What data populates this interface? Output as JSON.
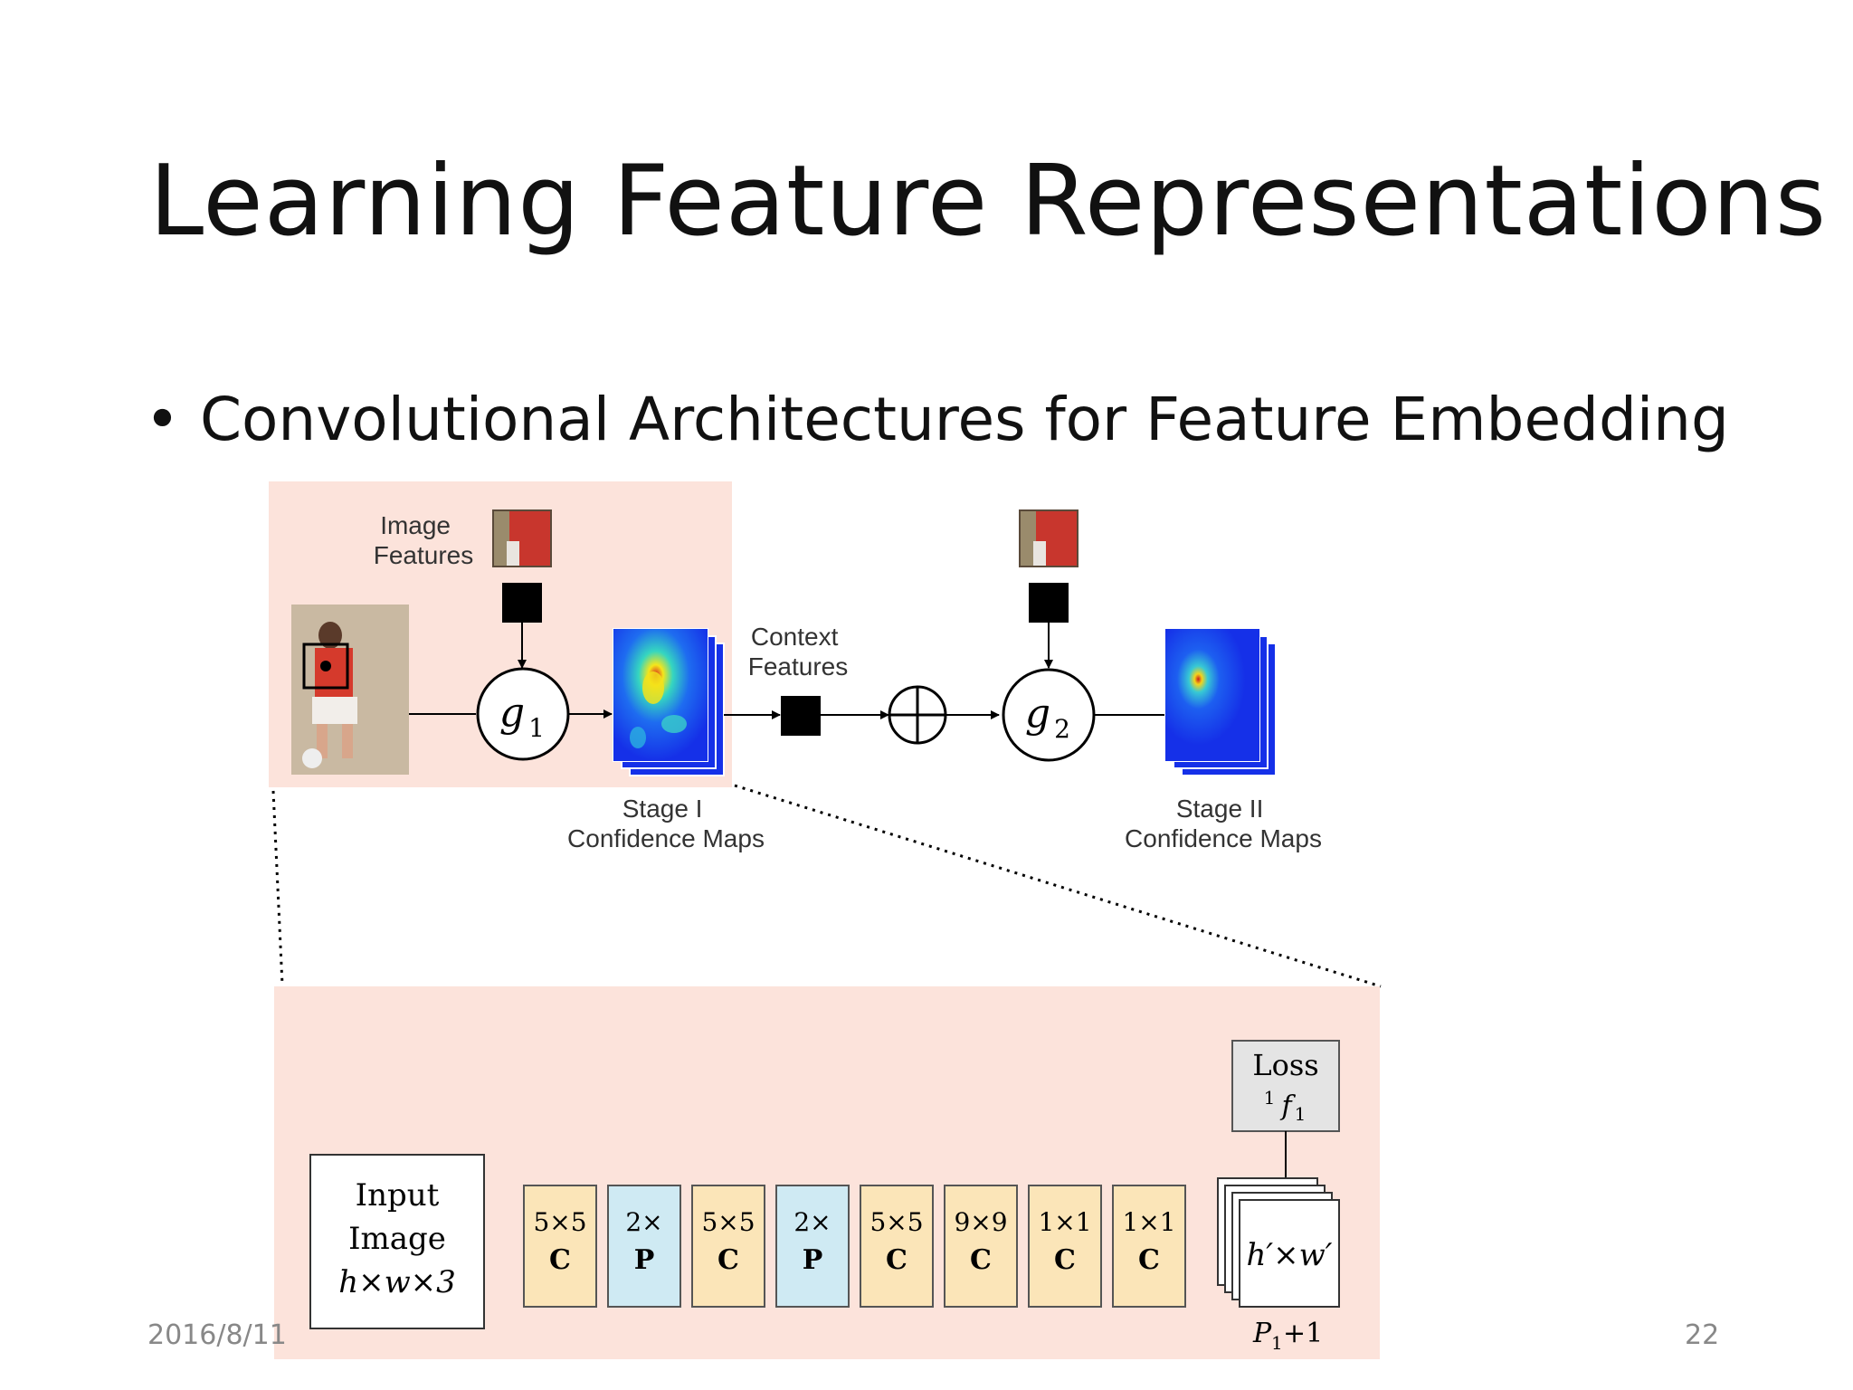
{
  "slide": {
    "title": "Learning Feature Representations",
    "bullet": "Convolutional Architectures for Feature Embedding",
    "date": "2016/8/11",
    "page_number": "22"
  },
  "diagram": {
    "image_features_label_line1": "Image",
    "image_features_label_line2": "Features",
    "context_features_label_line1": "Context",
    "context_features_label_line2": "Features",
    "stage1_node": "g",
    "stage1_node_sub": "1",
    "stage2_node": "g",
    "stage2_node_sub": "2",
    "stage1_maps_line1": "Stage I",
    "stage1_maps_line2": "Confidence Maps",
    "stage2_maps_line1": "Stage II",
    "stage2_maps_line2": "Confidence Maps",
    "input_line1": "Input",
    "input_line2": "Image",
    "input_line3": "h×w×3",
    "loss_label": "Loss",
    "loss_formula": "f",
    "loss_sup": "1",
    "loss_sub": "1",
    "output_label": "h′×w′",
    "output_count_p": "P",
    "output_count_sub": "1",
    "output_count_rest": "+1",
    "layers": [
      {
        "size": "5×5",
        "type": "C"
      },
      {
        "size": "2×",
        "type": "P"
      },
      {
        "size": "5×5",
        "type": "C"
      },
      {
        "size": "2×",
        "type": "P"
      },
      {
        "size": "5×5",
        "type": "C"
      },
      {
        "size": "9×9",
        "type": "C"
      },
      {
        "size": "1×1",
        "type": "C"
      },
      {
        "size": "1×1",
        "type": "C"
      }
    ],
    "colors": {
      "panel_bg": "#fce3db",
      "conv_fill": "#fbe5b8",
      "pool_fill": "#cfeaf3",
      "loss_fill": "#e4e4e4",
      "map_blue": "#1530e8"
    }
  }
}
